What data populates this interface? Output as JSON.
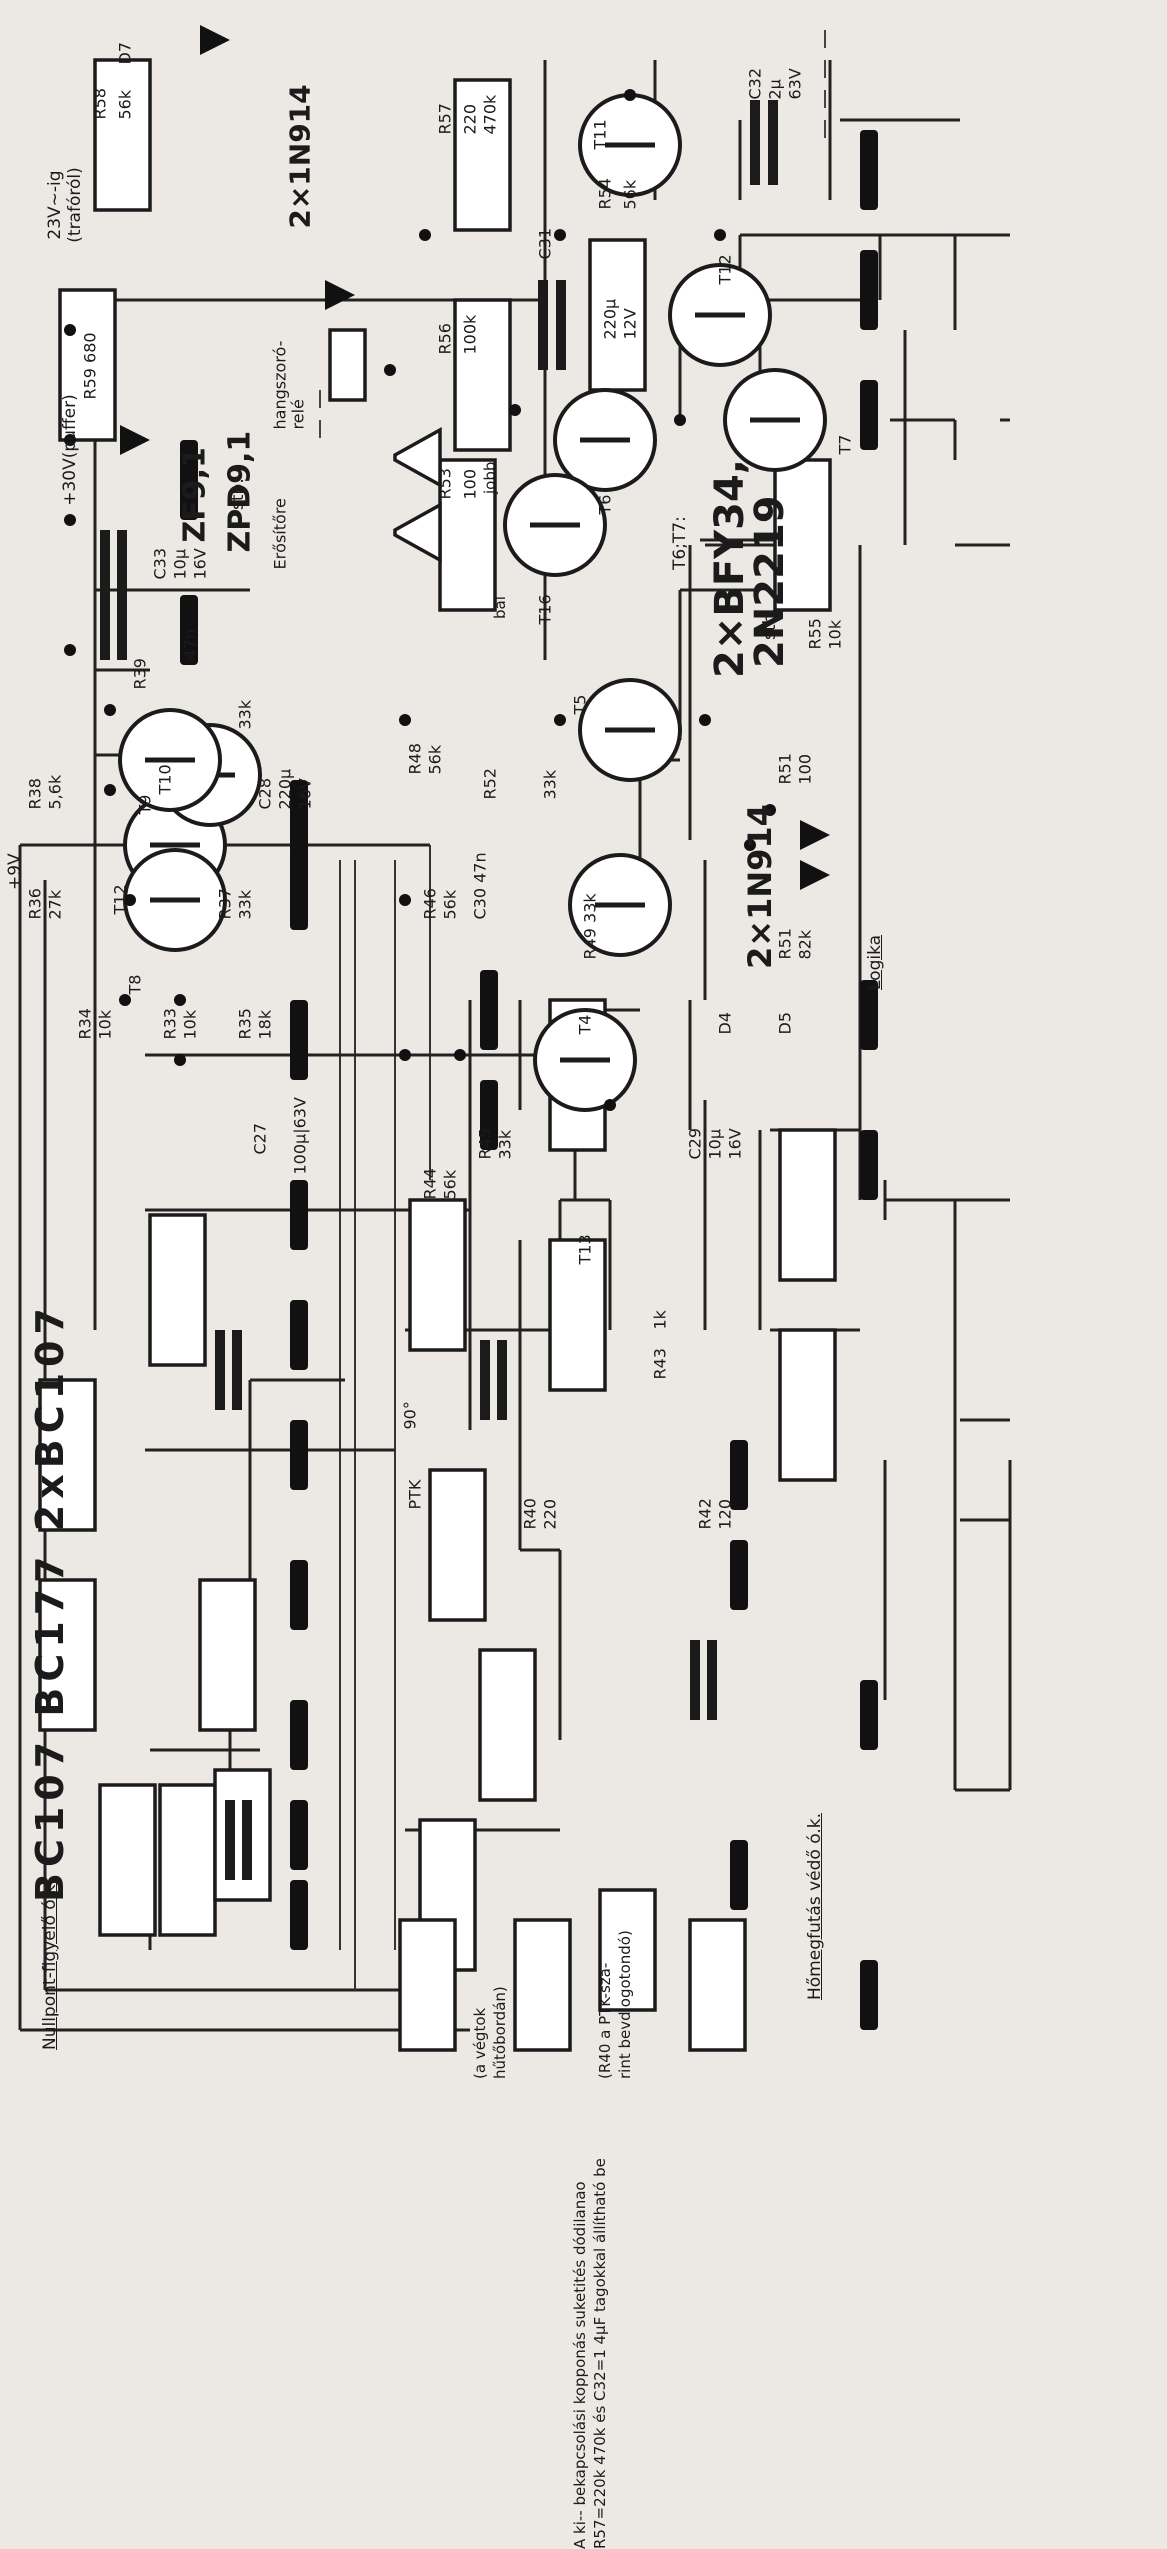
{
  "big": {
    "top_title": "BC107 BC177 2xBC107",
    "diodes_top": "2×1N914",
    "zener1": "ZF9,1",
    "zener2": "ZPD9,1",
    "zener_stb": "stb.",
    "t6t7_label": "T6;T7:",
    "bfy34": "2×BFY34,",
    "n2219": "2N2219",
    "stb2": "stb.",
    "diodes_mid": "2×1N914"
  },
  "sections": {
    "nullpoint": "Nullpont-figyelő ó.k.",
    "overheat": "Hőmegfutás védő ó.k.",
    "logic": "Logika"
  },
  "notes": {
    "footer_line1": "A ki-- bekapcsolási kopponás suketités dódilanao",
    "footer_line2": "R57=220k 470k és C32=1 4µF tagokkal állítható be",
    "r40_note_1": "(R40 a PTK-sza-",
    "r40_note_2": "rint bevdlogotondó)",
    "ptk_note_1": "(a végtok",
    "ptk_note_2": "hűtőbordán)",
    "supply_23": "23V~-ig",
    "supply_trafo": "(trafóról)",
    "supply_30": "+30V(puffer)",
    "supply_9": "+9V",
    "relay_label_1": "hangszoró-",
    "relay_label_2": "relé",
    "amp_label": "Erősítőre",
    "left_speaker": "bal",
    "right_speaker": "jobb"
  },
  "components": {
    "R34": {
      "name": "R34",
      "value": "10k"
    },
    "R33": {
      "name": "R33",
      "value": "10k"
    },
    "R35": {
      "name": "R35",
      "value": "18k"
    },
    "C27": {
      "name": "C27",
      "value": "100µ|63V"
    },
    "T8": "T8",
    "T9": "T9",
    "T10": "T10",
    "R36": {
      "name": "R36",
      "value": "27k"
    },
    "R37": {
      "name": "R37",
      "value": "33k"
    },
    "T12": "T12",
    "R38": {
      "name": "R38",
      "value": "5,6k"
    },
    "R39": {
      "name": "R39",
      "value": "33k"
    },
    "C28": {
      "name": "C28",
      "value1": "220µ",
      "value2": "16V"
    },
    "C34": {
      "name": "47n"
    },
    "C33": {
      "name": "C33",
      "value1": "10µ",
      "value2": "16V"
    },
    "R59": {
      "name": "R59 680"
    },
    "R58": {
      "name": "R58",
      "value": "56k"
    },
    "D7": "D7",
    "R57": {
      "name": "R57",
      "value1": "220",
      "value2": "470k"
    },
    "C32": {
      "name": "C32",
      "value1": "2µ",
      "value2": "63V"
    },
    "T11": "T11",
    "R56": {
      "name": "R56",
      "value": "100k"
    },
    "R54": {
      "name": "R54",
      "value": "56k"
    },
    "C31": {
      "name": "C31",
      "value1": "220µ",
      "value2": "12V"
    },
    "R53": {
      "name": "R53",
      "value": "100"
    },
    "T12b": "T12",
    "R55": {
      "name": "R55",
      "value": "10k"
    },
    "T6": "T6",
    "T7": "T7",
    "T16": "T16",
    "R52": {
      "name": "R52",
      "value": "33k"
    },
    "T5": "T5",
    "R51a": {
      "name": "R51",
      "value": "100"
    },
    "R51b": {
      "name": "R51",
      "value": "82k"
    },
    "R48": {
      "name": "R48",
      "value": "56k"
    },
    "C30": {
      "name": "C30 47n"
    },
    "R49": {
      "name": "R49 33k"
    },
    "R46": {
      "name": "R46",
      "value": "56k"
    },
    "T4": "T4",
    "D4": "D4",
    "D5": "D5",
    "R45": {
      "name": "R45",
      "value": "33k"
    },
    "C29": {
      "name": "C29",
      "value1": "10µ",
      "value2": "16V"
    },
    "R44": {
      "name": "R44",
      "value": "56k"
    },
    "T13": "T13",
    "R43": {
      "name": "R43",
      "value": "1k"
    },
    "PTK": {
      "name": "PTK",
      "value": "90°"
    },
    "R40": {
      "name": "R40",
      "value": "220"
    },
    "R42": {
      "name": "R42",
      "value": "120"
    }
  }
}
